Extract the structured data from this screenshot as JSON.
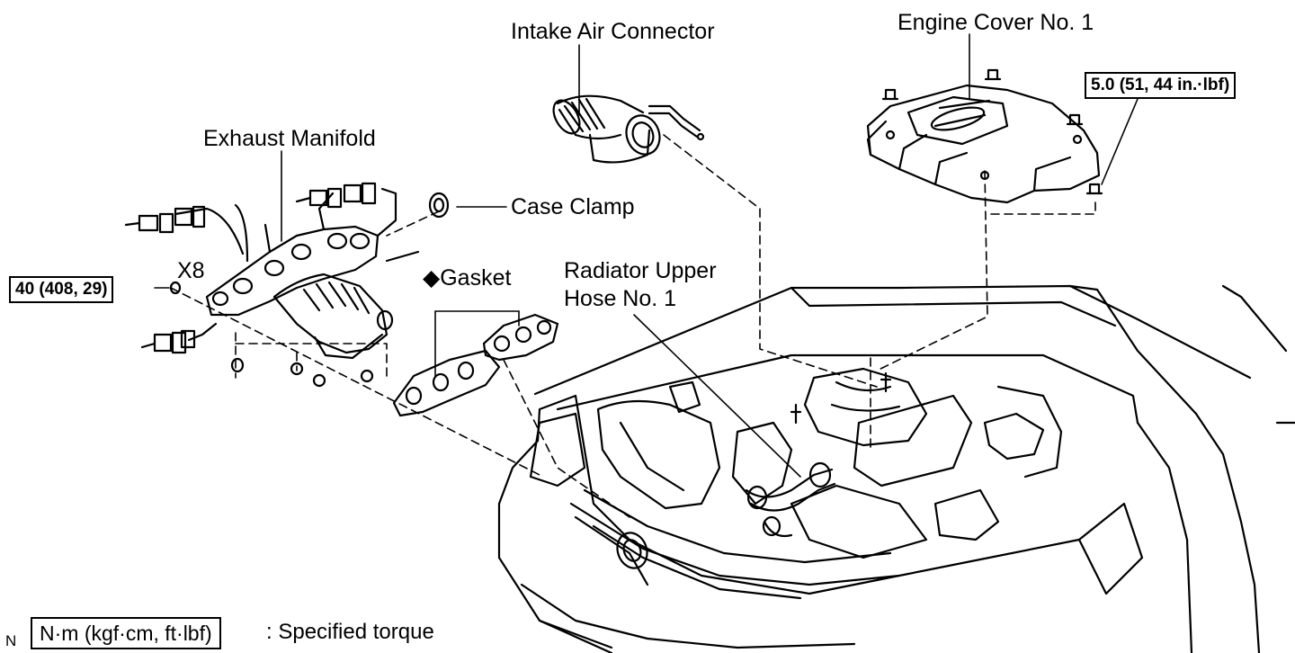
{
  "labels": {
    "intake_air_connector": "Intake Air Connector",
    "engine_cover": "Engine Cover No. 1",
    "exhaust_manifold": "Exhaust Manifold",
    "case_clamp": "Case Clamp",
    "gasket_symbol": "◆",
    "gasket": "Gasket",
    "radiator_hose_line1": "Radiator Upper",
    "radiator_hose_line2": "Hose No. 1",
    "x8": "X8"
  },
  "torque": {
    "engine_cover_spec": "5.0 (51, 44 in.·lbf)",
    "manifold_spec": "40 (408, 29)"
  },
  "legend": {
    "corner_mark": "N",
    "unit_box": "N·m (kgf·cm, ft·lbf)",
    "description": ": Specified torque"
  }
}
